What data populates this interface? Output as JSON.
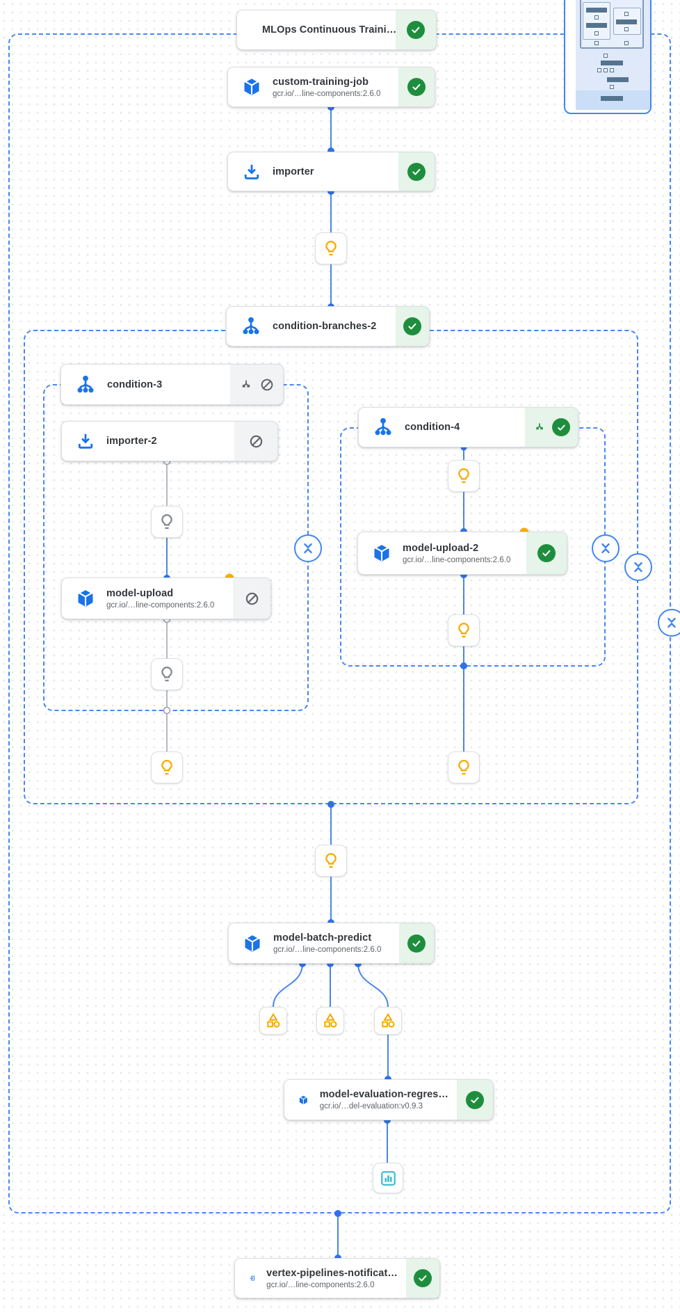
{
  "pipeline": {
    "nodes": {
      "mlops": {
        "title": "MLOps Continuous Traini…",
        "status": "succeeded"
      },
      "custom_training_job": {
        "title": "custom-training-job",
        "subtitle": "gcr.io/…line-components:2.6.0",
        "status": "succeeded"
      },
      "importer": {
        "title": "importer",
        "status": "succeeded"
      },
      "condition_branches_2": {
        "title": "condition-branches-2",
        "status": "succeeded"
      },
      "condition_3": {
        "title": "condition-3",
        "status": "skipped"
      },
      "importer_2": {
        "title": "importer-2",
        "status": "skipped"
      },
      "model_upload": {
        "title": "model-upload",
        "subtitle": "gcr.io/…line-components:2.6.0",
        "status": "skipped"
      },
      "condition_4": {
        "title": "condition-4",
        "status": "succeeded"
      },
      "model_upload_2": {
        "title": "model-upload-2",
        "subtitle": "gcr.io/…line-components:2.6.0",
        "status": "succeeded"
      },
      "model_batch_predict": {
        "title": "model-batch-predict",
        "subtitle": "gcr.io/…line-components:2.6.0",
        "status": "succeeded"
      },
      "model_evaluation_regression": {
        "title": "model-evaluation-regres…",
        "subtitle": "gcr.io/…del-evaluation:v0.9.3",
        "status": "succeeded"
      },
      "vertex_pipelines_notification": {
        "title": "vertex-pipelines-notificat…",
        "subtitle": "gcr.io/…line-components:2.6.0",
        "status": "succeeded"
      }
    },
    "colors": {
      "accent_blue": "#4285f4",
      "icon_blue": "#1a73e8",
      "success_green": "#1e8e3e",
      "success_bg": "#e6f4ea",
      "skipped_bg": "#f1f3f4",
      "artifact_yellow": "#f9ab00",
      "artifact_gray": "#85898d",
      "artifact_teal": "#3fbdd0"
    }
  }
}
